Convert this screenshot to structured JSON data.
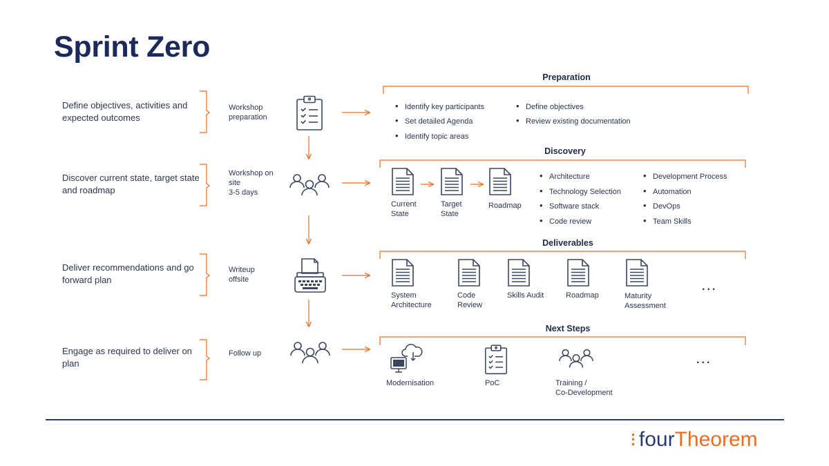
{
  "title": "Sprint Zero",
  "colors": {
    "accent": "#f26b1d",
    "navy": "#1b2a5a",
    "icon": "#3a4560"
  },
  "rows": [
    {
      "description": "Define objectives, activities and expected outcomes",
      "activity": [
        "Workshop",
        "preparation"
      ],
      "icon": "clipboard-icon"
    },
    {
      "description": "Discover current state, target state and roadmap",
      "activity": [
        "Workshop on",
        "site",
        "3-5 days"
      ],
      "icon": "team-icon"
    },
    {
      "description": "Deliver recommendations and go forward plan",
      "activity": [
        "Writeup",
        "offsite"
      ],
      "icon": "typewriter-icon"
    },
    {
      "description": "Engage as required to deliver on plan",
      "activity": [
        "Follow up"
      ],
      "icon": "team-icon"
    }
  ],
  "preparation": {
    "title": "Preparation",
    "col1": [
      "Identify key participants",
      "Set detailed Agenda",
      "Identify topic areas"
    ],
    "col2": [
      "Define objectives",
      "Review existing documentation"
    ]
  },
  "discovery": {
    "title": "Discovery",
    "docs": [
      [
        "Current",
        "State"
      ],
      [
        "Target",
        "State"
      ],
      [
        "Roadmap"
      ]
    ],
    "col1": [
      "Architecture",
      "Technology Selection",
      "Software stack",
      "Code review"
    ],
    "col2": [
      "Development Process",
      "Automation",
      "DevOps",
      "Team Skills"
    ]
  },
  "deliverables": {
    "title": "Deliverables",
    "docs": [
      [
        "System",
        "Architecture"
      ],
      [
        "Code",
        "Review"
      ],
      [
        "Skills Audit"
      ],
      [
        "Roadmap"
      ],
      [
        "Maturity",
        "Assessment"
      ]
    ],
    "more": "..."
  },
  "next_steps": {
    "title": "Next Steps",
    "items": [
      [
        "Modernisation"
      ],
      [
        "PoC"
      ],
      [
        "Training /",
        "Co-Development"
      ]
    ],
    "more": "..."
  },
  "logo": {
    "part1": "four",
    "part2": "Theorem"
  }
}
